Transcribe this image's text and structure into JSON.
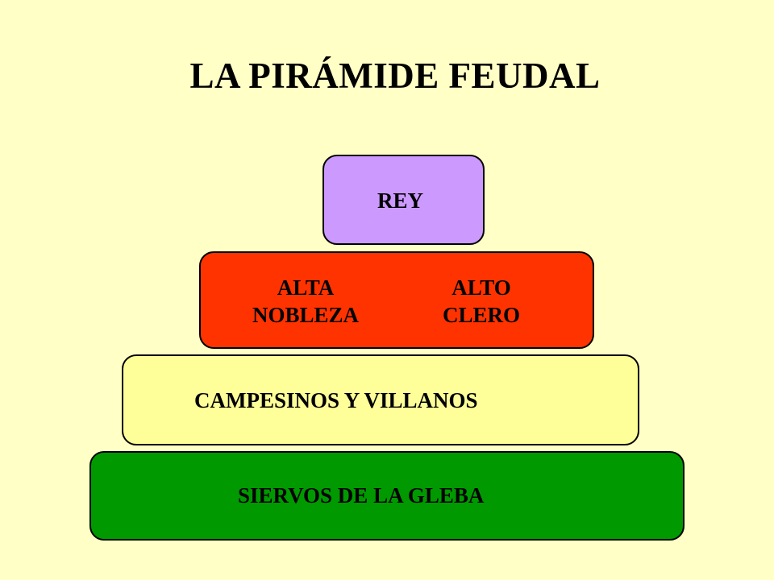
{
  "title": "LA PIRÁMIDE FEUDAL",
  "pyramid": {
    "rey": "REY",
    "alta_nobleza": "ALTA\nNOBLEZA",
    "alto_clero": "ALTO\nCLERO",
    "campesinos": "CAMPESINOS Y VILLANOS",
    "siervos": "SIERVOS DE LA GLEBA"
  },
  "colors": {
    "background": "#ffffc6",
    "rey": "#cc99ff",
    "nobleza_clero": "#ff3300",
    "campesinos": "#ffff99",
    "siervos": "#009900"
  }
}
